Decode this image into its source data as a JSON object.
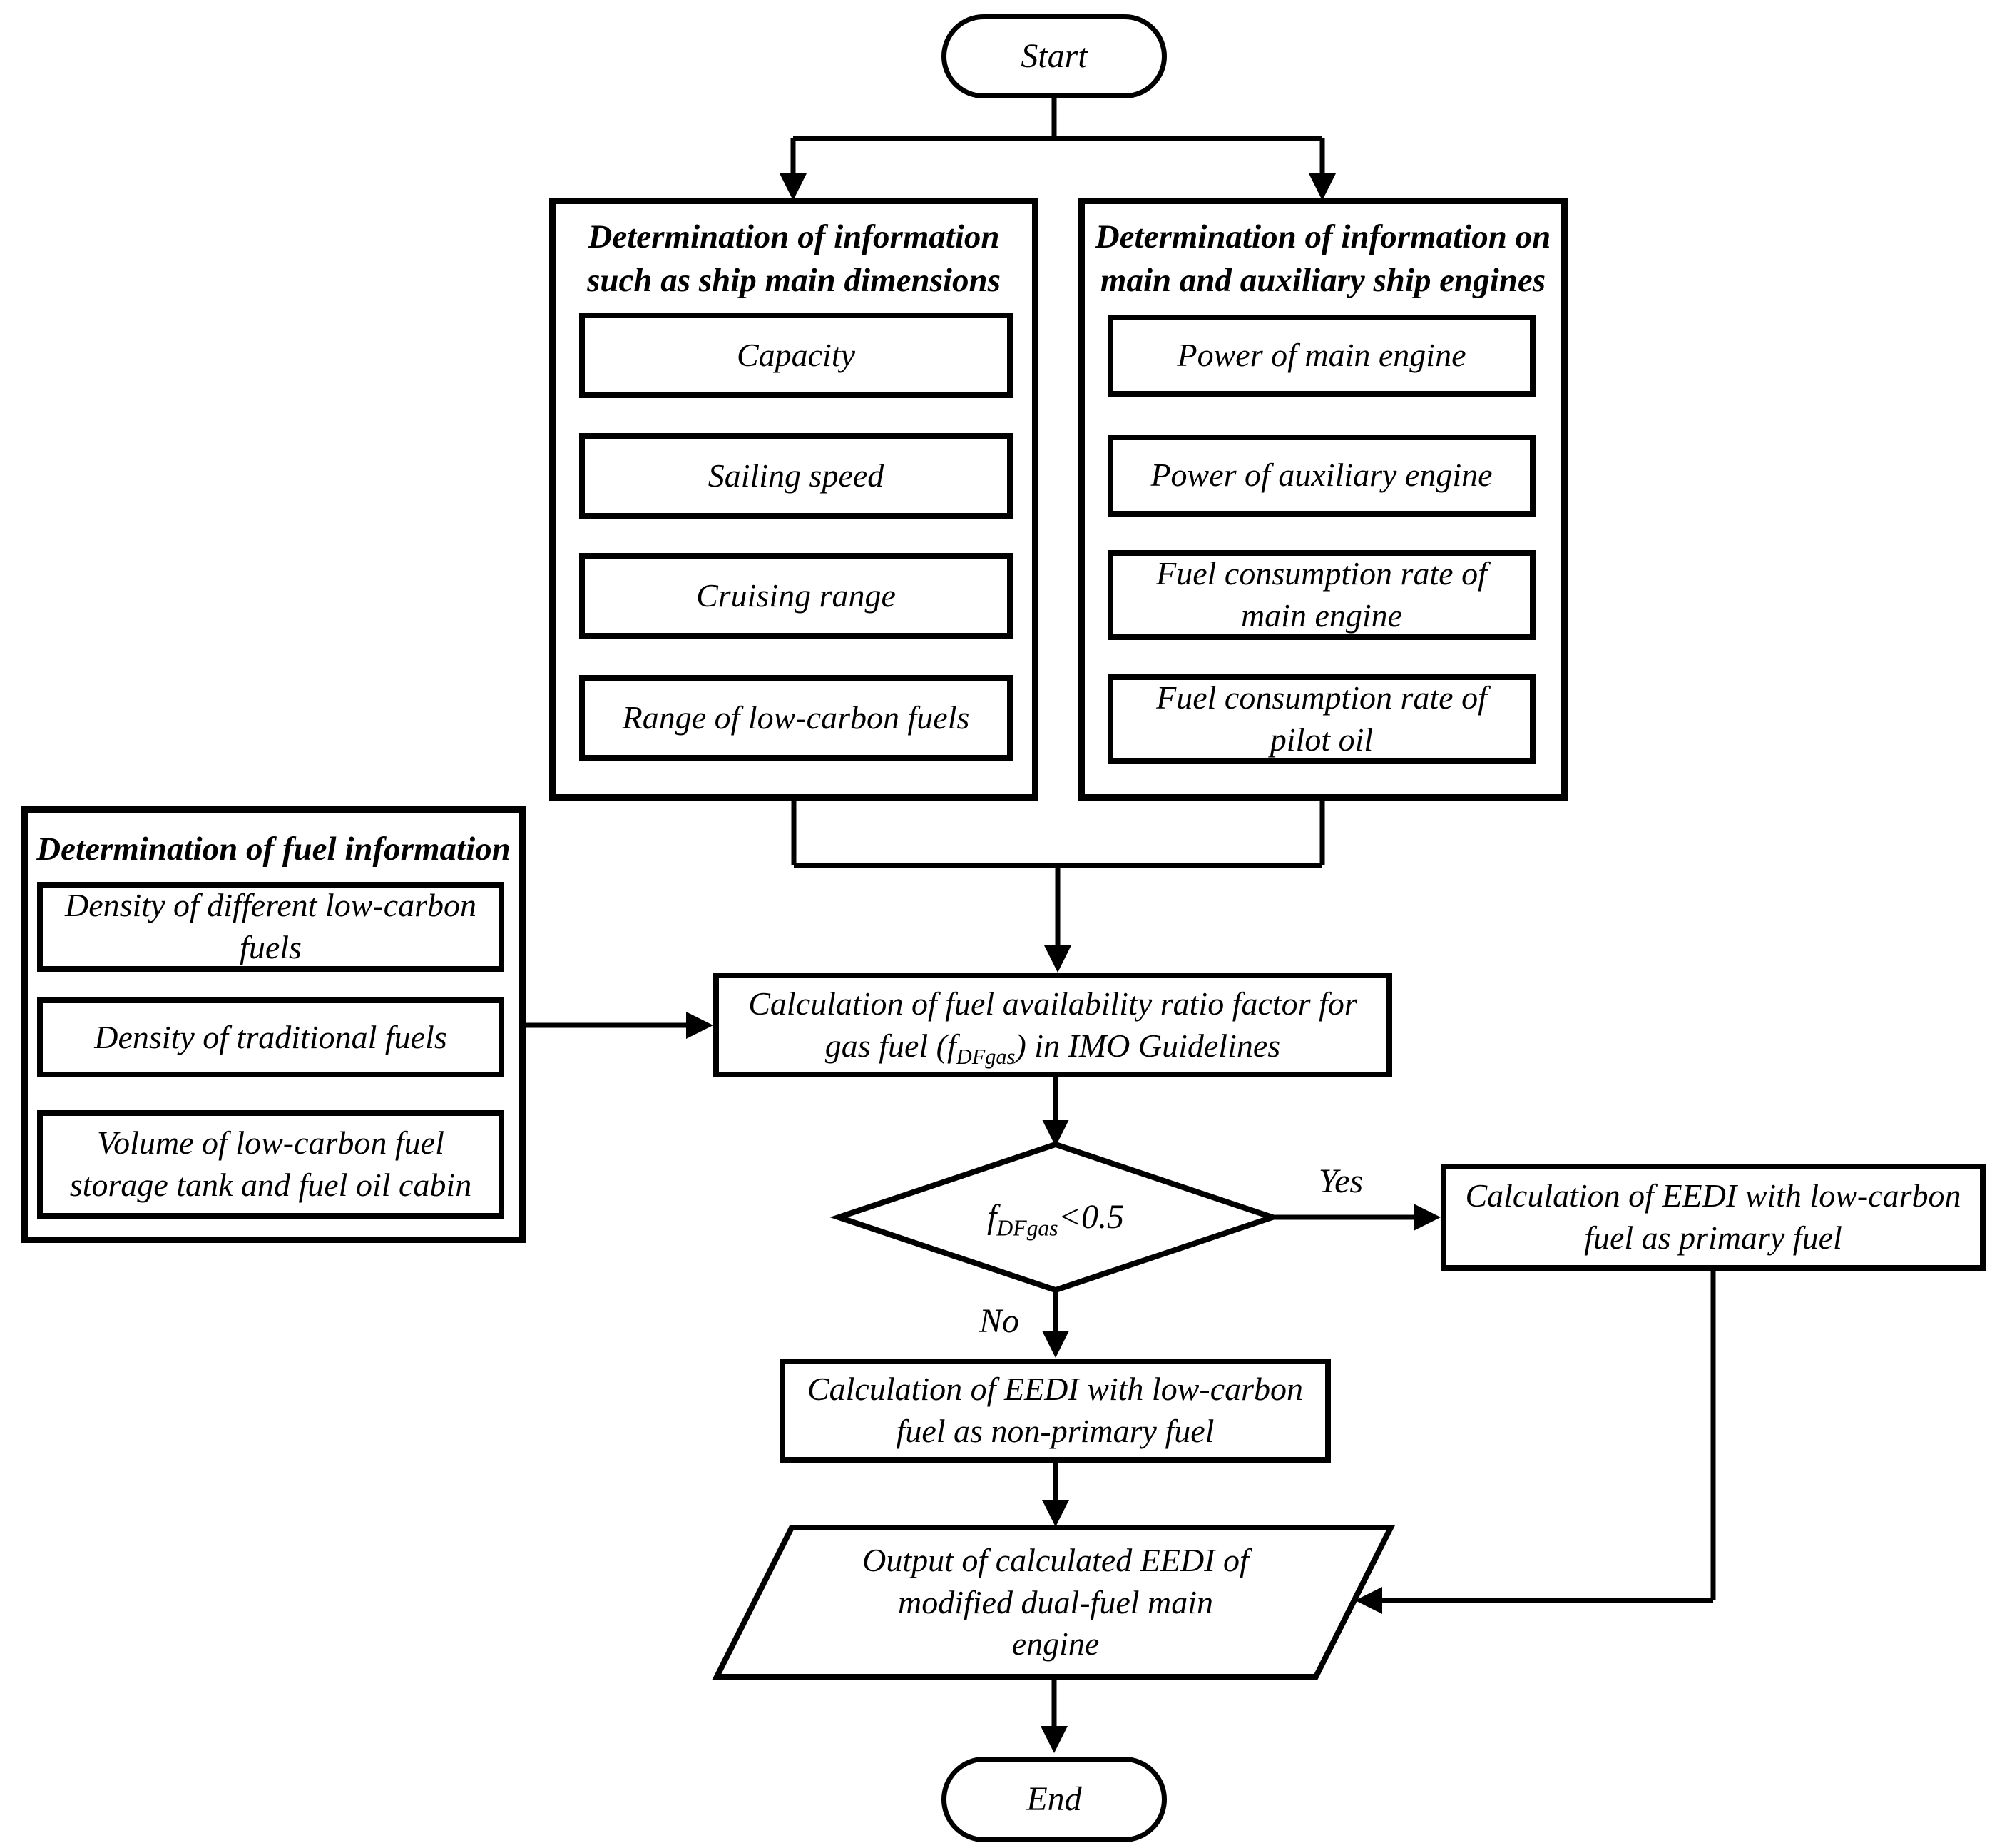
{
  "colors": {
    "line": "#000000",
    "background": "#ffffff"
  },
  "flow": {
    "start": {
      "label": "Start"
    },
    "ship_group": {
      "title_lines": [
        "Determination of information",
        "such as ship main dimensions"
      ],
      "items": [
        {
          "lines": [
            "Capacity"
          ]
        },
        {
          "lines": [
            "Sailing speed"
          ]
        },
        {
          "lines": [
            "Cruising range"
          ]
        },
        {
          "lines": [
            "Range of low-carbon fuels"
          ]
        }
      ]
    },
    "engine_group": {
      "title_lines": [
        "Determination of information on",
        "main and auxiliary ship engines"
      ],
      "items": [
        {
          "lines": [
            "Power of main engine"
          ]
        },
        {
          "lines": [
            "Power of auxiliary engine"
          ]
        },
        {
          "lines": [
            "Fuel consumption rate of",
            "main engine"
          ]
        },
        {
          "lines": [
            "Fuel consumption rate of",
            "pilot oil"
          ]
        }
      ]
    },
    "fuel_group": {
      "title": "Determination of fuel information",
      "items": [
        {
          "lines": [
            "Density of different low-carbon",
            "fuels"
          ]
        },
        {
          "lines": [
            "Density of traditional fuels"
          ]
        },
        {
          "lines": [
            "Volume of low-carbon fuel",
            "storage tank and fuel oil cabin"
          ]
        }
      ]
    },
    "calc_ratio": {
      "line1": "Calculation of fuel availability ratio factor for",
      "line2_pre": "gas fuel (f",
      "line2_sub": "DFgas",
      "line2_post": ") in IMO Guidelines"
    },
    "decision": {
      "pre": "f",
      "sub": "DFgas",
      "post": "<0.5",
      "yes_label": "Yes",
      "no_label": "No"
    },
    "eedi_primary": {
      "lines": [
        "Calculation of EEDI with low-carbon",
        "fuel as primary fuel"
      ]
    },
    "eedi_non_primary": {
      "lines": [
        "Calculation of EEDI with low-carbon",
        "fuel as non-primary fuel"
      ]
    },
    "output": {
      "lines": [
        "Output of calculated EEDI of",
        "modified dual-fuel main",
        "engine"
      ]
    },
    "end": {
      "label": "End"
    }
  }
}
